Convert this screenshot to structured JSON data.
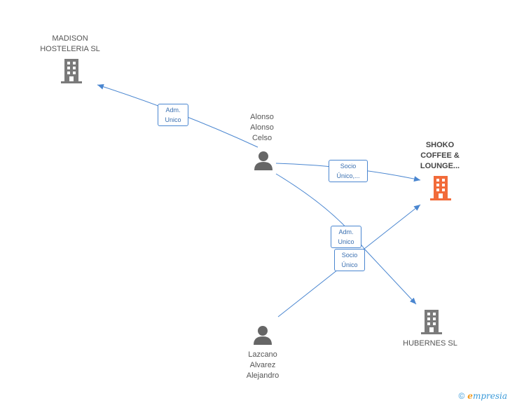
{
  "colors": {
    "edge": "#4a86d0",
    "building": "#7a7a7a",
    "building_highlight": "#f26b3a",
    "person": "#666666"
  },
  "nodes": {
    "madison": {
      "label": "MADISON\nHOSTELERIA SL",
      "icon": "building-icon"
    },
    "shoko": {
      "label": "SHOKO\nCOFFEE &\nLOUNGE...",
      "icon": "building-icon"
    },
    "hubernes": {
      "label": "HUBERNES SL",
      "icon": "building-icon"
    },
    "alonso": {
      "label": "Alonso\nAlonso\nCelso",
      "icon": "person-icon"
    },
    "lazcano": {
      "label": "Lazcano\nAlvarez\nAlejandro",
      "icon": "person-icon"
    }
  },
  "edge_labels": {
    "alonso_madison": "Adm.\nUnico",
    "alonso_shoko": "Socio\nÚnico,...",
    "lazcano_hubernes": "Adm.\nUnico",
    "lazcano_shoko": "Socio\nÚnico"
  },
  "footer": {
    "copyright_symbol": "©",
    "brand_initial": "e",
    "brand_rest": "mpresia"
  }
}
